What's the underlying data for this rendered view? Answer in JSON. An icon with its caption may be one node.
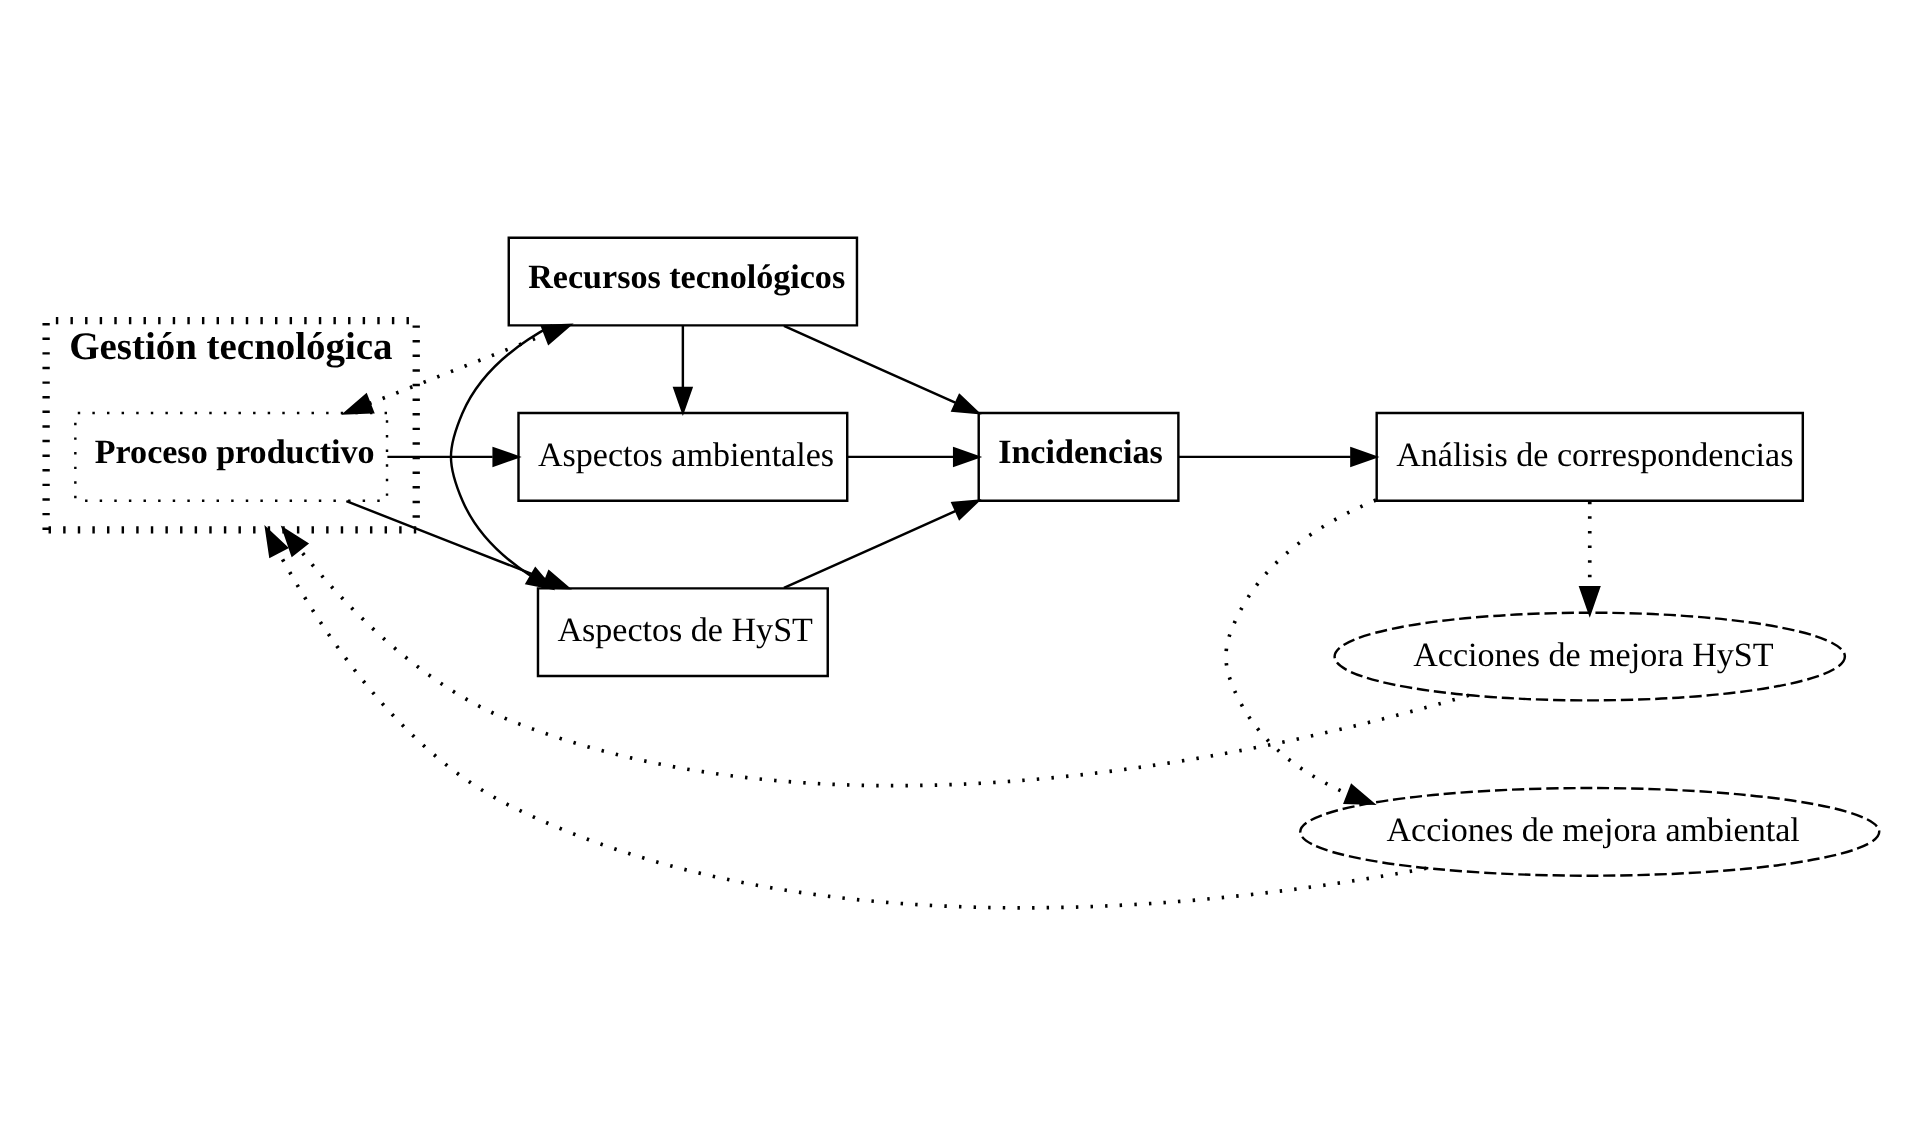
{
  "diagram": {
    "nodes": [
      {
        "text": [
          "Gestión tecnológica"
        ]
      },
      {
        "text": [
          "Proceso productivo"
        ],
        "in": 0
      },
      {
        "text": [
          "Aspectos de HyST"
        ]
      },
      {
        "text": [
          "Recursos tecnológicos"
        ]
      },
      {
        "text": [
          "Aspectos ambientales"
        ]
      },
      {
        "text": [
          "Incidencias"
        ]
      },
      {
        "text": [
          "Análisis de correspondencias"
        ]
      },
      {
        "text": [
          "Acciones de mejora HyST"
        ]
      },
      {
        "text": [
          "Acciones de mejora ambiental"
        ]
      }
    ],
    "edges": [
      {
        "from": 1,
        "to": 2,
        "arrow": "to"
      },
      {
        "from": 1,
        "to": 3,
        "arrow": "both",
        "style": "dashed"
      },
      {
        "from": 1,
        "to": 4,
        "arrow": "to"
      },
      {
        "from": 3,
        "to": 2,
        "arrow": "to"
      },
      {
        "from": 3,
        "to": 4,
        "arrow": "to"
      },
      {
        "from": 2,
        "to": 5,
        "arrow": "to"
      },
      {
        "from": 3,
        "to": 5,
        "arrow": "to"
      },
      {
        "from": 4,
        "to": 5,
        "arrow": "to"
      },
      {
        "from": 5,
        "to": 6,
        "arrow": "to"
      },
      {
        "from": 6,
        "to": 7,
        "arrow": "to",
        "style": "dashed"
      },
      {
        "from": 7,
        "to": 0,
        "arrow": "to",
        "style": "dashed"
      },
      {
        "from": 6,
        "to": 8,
        "arrow": "to",
        "style": "dashed"
      },
      {
        "from": 8,
        "to": 0,
        "arrow": "to",
        "style": "dashed"
      }
    ]
  }
}
